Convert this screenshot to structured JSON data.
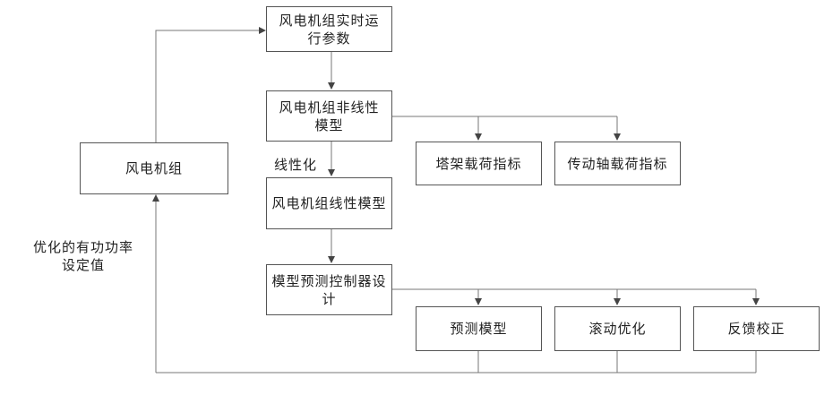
{
  "nodes": {
    "realtime_params": "风电机组实时运行参数",
    "nonlinear_model": "风电机组非线性模型",
    "linear_model": "风电机组线性模型",
    "mpc_design": "模型预测控制器设计",
    "wind_turbine": "风电机组",
    "tower_load": "塔架载荷指标",
    "shaft_load": "传动轴载荷指标",
    "prediction_model": "预测模型",
    "rolling_optimization": "滚动优化",
    "feedback_correction": "反馈校正"
  },
  "labels": {
    "linearization": "线性化",
    "optimized_setpoint": "优化的有功功率设定值"
  }
}
